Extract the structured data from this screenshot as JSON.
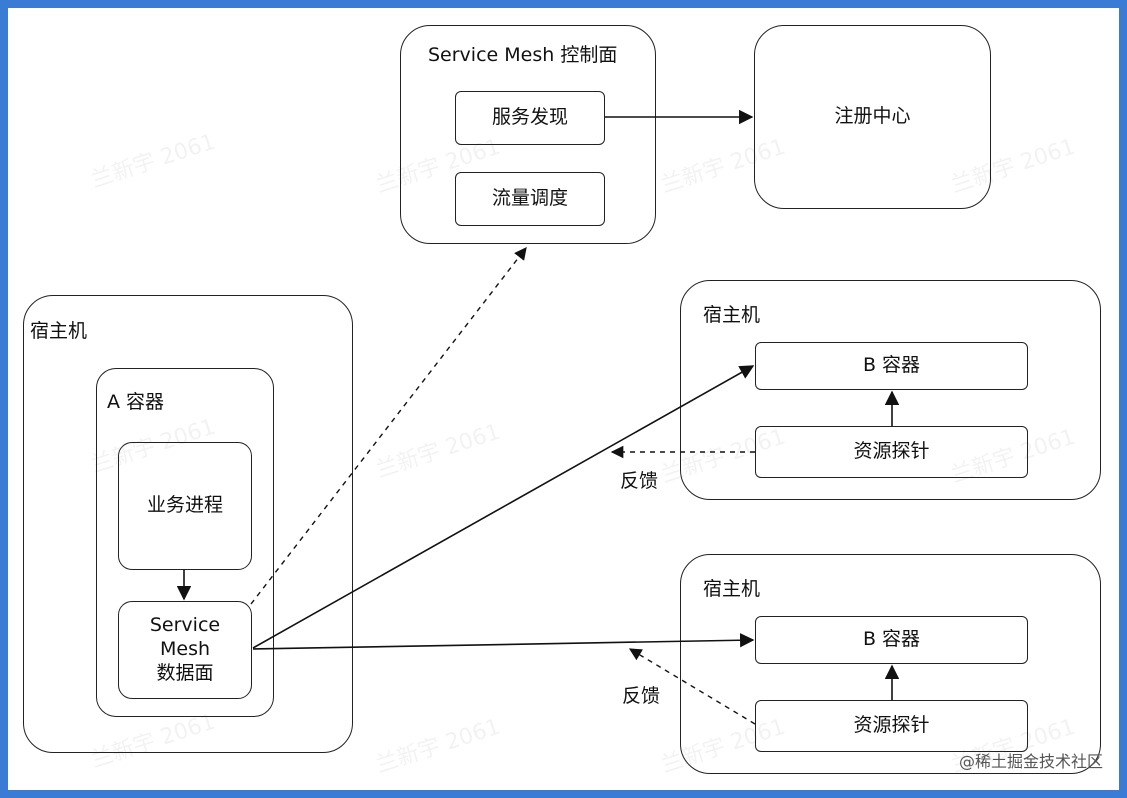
{
  "control_plane": {
    "title": "Service Mesh 控制面",
    "service_discovery": "服务发现",
    "traffic_scheduling": "流量调度"
  },
  "registry": {
    "label": "注册中心"
  },
  "host_a": {
    "title": "宿主机",
    "container_title": "A 容器",
    "business_process": "业务进程",
    "data_plane_line1": "Service",
    "data_plane_line2": "Mesh",
    "data_plane_line3": "数据面"
  },
  "host_b1": {
    "title": "宿主机",
    "container": "B 容器",
    "probe": "资源探针",
    "feedback": "反馈"
  },
  "host_b2": {
    "title": "宿主机",
    "container": "B 容器",
    "probe": "资源探针",
    "feedback": "反馈"
  },
  "watermark": "兰新宇 2061",
  "credit": "@稀土掘金技术社区"
}
